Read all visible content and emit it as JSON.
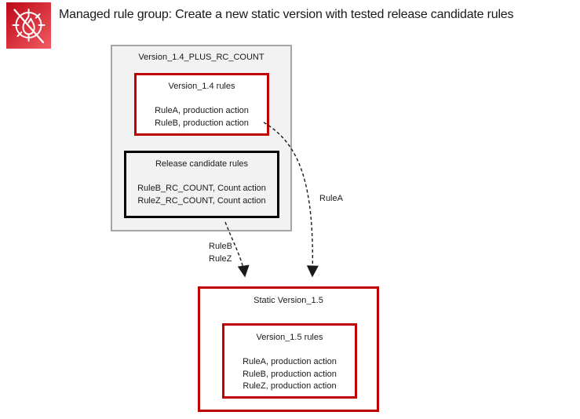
{
  "header": {
    "icon": "aws-waf-flame-target-icon",
    "title": "Managed rule group: Create a new static version with tested release candidate rules"
  },
  "working_group": {
    "title": "Version_1.4_PLUS_RC_COUNT",
    "version_rules": {
      "title": "Version_1.4 rules",
      "rules": [
        "RuleA, production action",
        "RuleB, production action"
      ]
    },
    "release_candidates": {
      "title": "Release candidate rules",
      "rules": [
        "RuleB_RC_COUNT, Count action",
        "RuleZ_RC_COUNT, Count action"
      ]
    }
  },
  "static_group": {
    "title": "Static Version_1.5",
    "version_rules": {
      "title": "Version_1.5 rules",
      "rules": [
        "RuleA, production action",
        "RuleB, production action",
        "RuleZ, production action"
      ]
    }
  },
  "arrows": {
    "rule_a_label": "RuleA",
    "rc_labels": [
      "RuleB",
      "RuleZ"
    ]
  },
  "colors": {
    "accent_red": "#C00000",
    "group_background": "#F2F2F2",
    "group_border": "#A6A6A6",
    "black_box_border": "#000000",
    "arrow_color": "#1a1a1a",
    "icon_gradient_start": "#BD0816",
    "icon_gradient_end": "#F05B62"
  }
}
